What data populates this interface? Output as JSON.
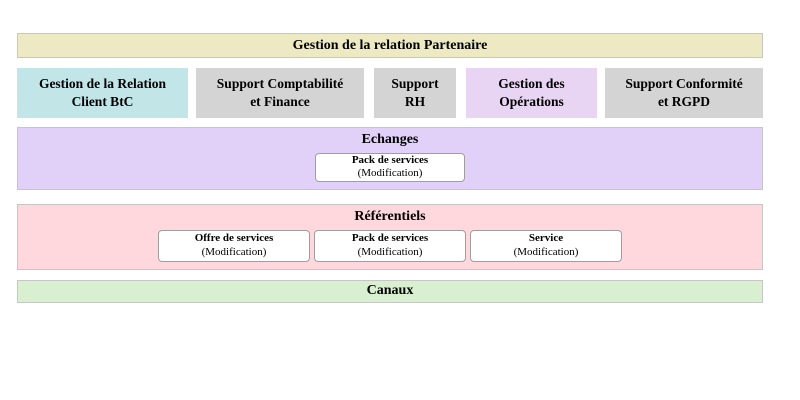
{
  "diagram": {
    "top_bar": {
      "label": "Gestion de la relation Partenaire",
      "bg": "#edeac3"
    },
    "capability_blocks": [
      {
        "line1": "Gestion de la Relation",
        "line2": "Client BtC",
        "bg": "#c2e6e8"
      },
      {
        "line1": "Support Comptabilité",
        "line2": "et Finance",
        "bg": "#d4d4d4"
      },
      {
        "line1": "Support",
        "line2": "RH",
        "bg": "#d4d4d4"
      },
      {
        "line1": "Gestion des",
        "line2": "Opérations",
        "bg": "#e8d5f3"
      },
      {
        "line1": "Support Conformité",
        "line2": "et RGPD",
        "bg": "#d4d4d4"
      }
    ],
    "bands": [
      {
        "title": "Echanges",
        "bg": "#e1d0f8",
        "boxes": [
          {
            "line1": "Pack de services",
            "line2": "(Modification)"
          }
        ]
      },
      {
        "title": "Référentiels",
        "bg": "#ffd8de",
        "boxes": [
          {
            "line1": "Offre de services",
            "line2": "(Modification)"
          },
          {
            "line1": "Pack de services",
            "line2": "(Modification)"
          },
          {
            "line1": "Service",
            "line2": "(Modification)"
          }
        ]
      },
      {
        "title": "Canaux",
        "bg": "#d8f0d0",
        "boxes": []
      }
    ]
  }
}
